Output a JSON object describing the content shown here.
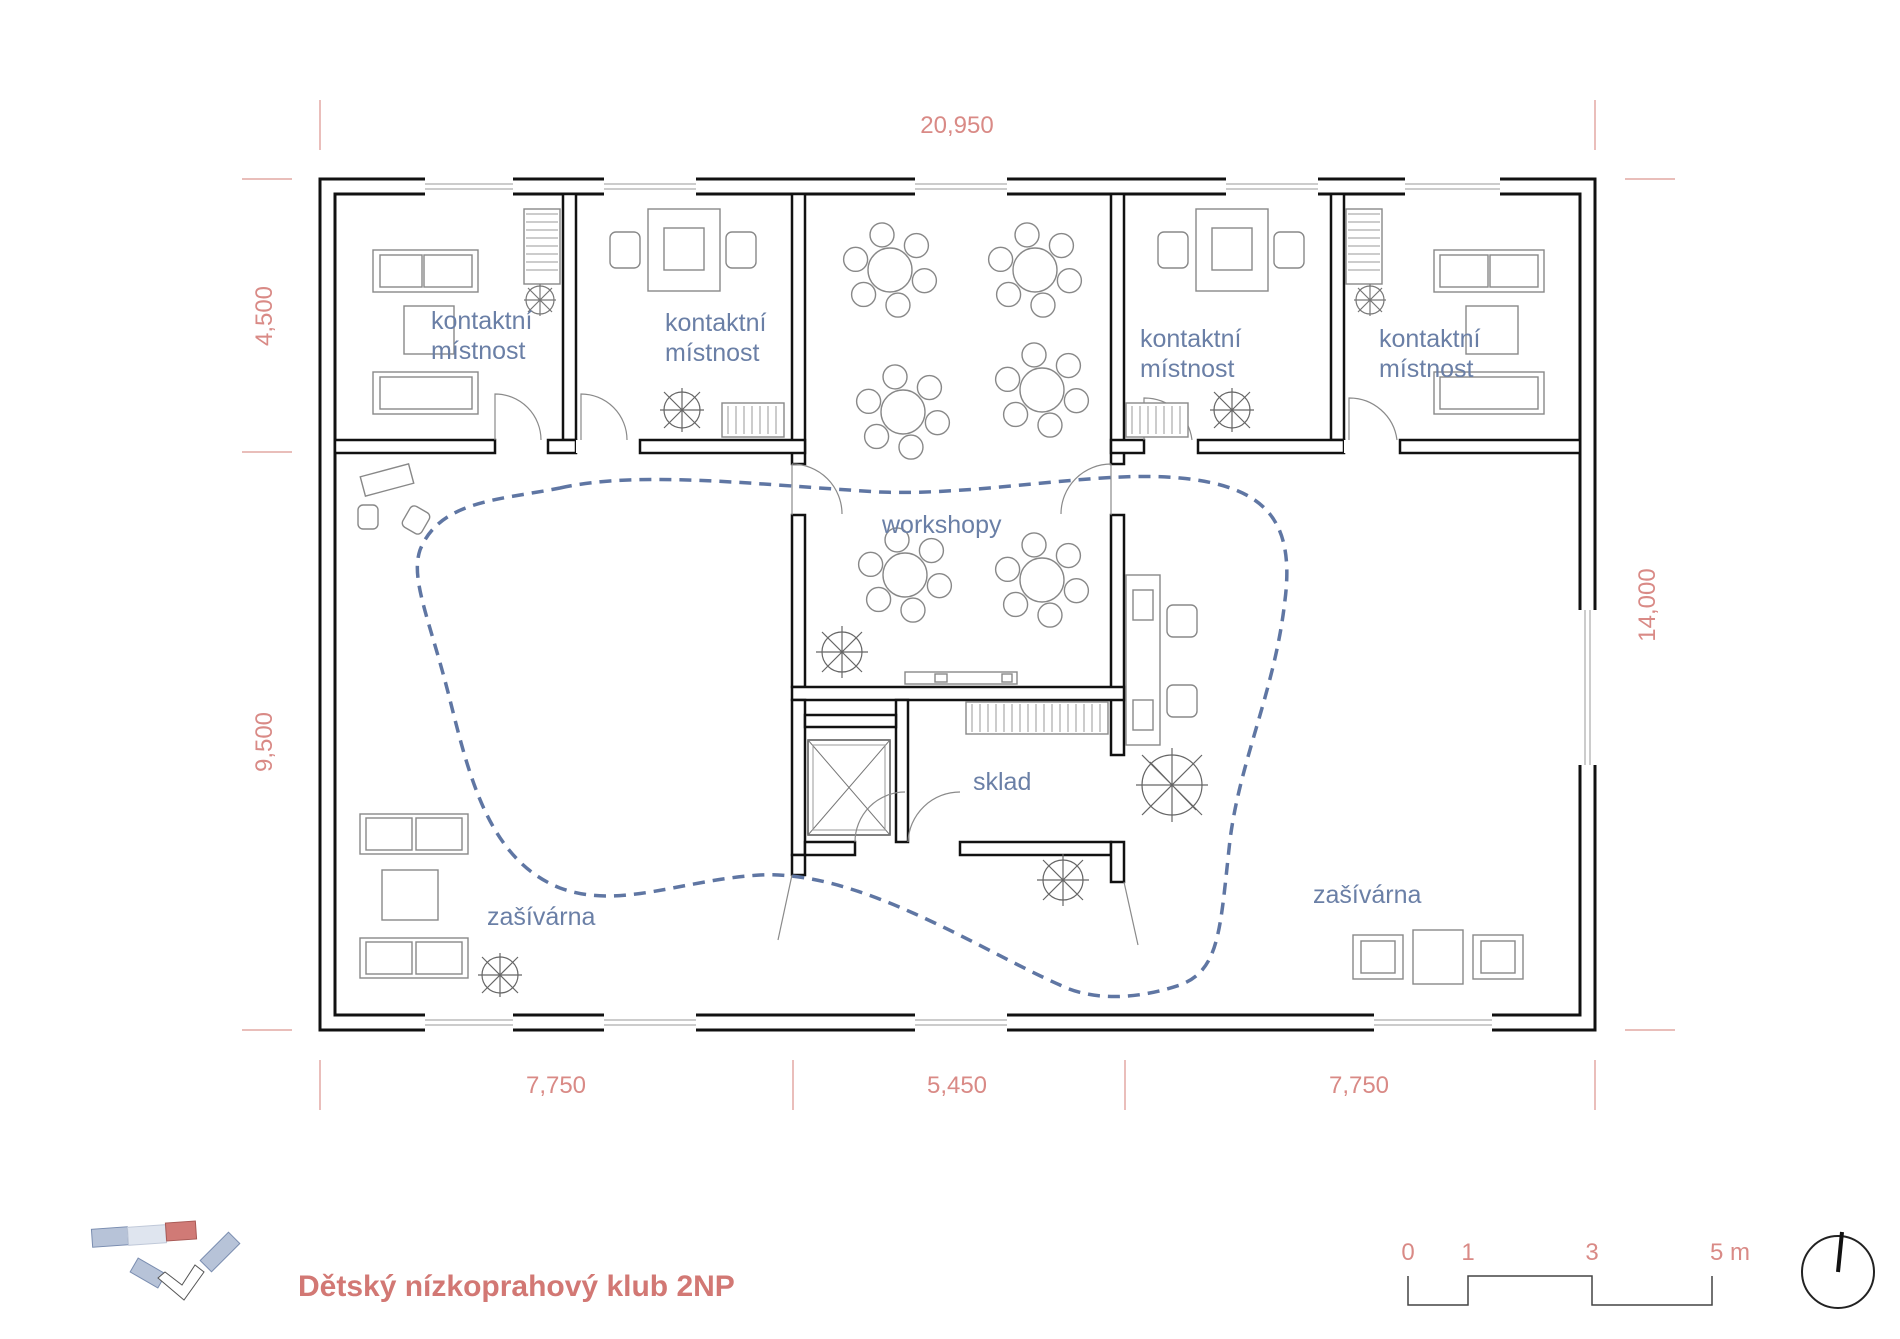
{
  "title": "Dětský nízkoprahový klub 2NP",
  "dimensions": {
    "top": "20,950",
    "bottom_left": "7,750",
    "bottom_mid": "5,450",
    "bottom_right": "7,750",
    "left_upper": "4,500",
    "left_lower": "9,500",
    "right": "14,000"
  },
  "rooms": {
    "contact_1": [
      "kontaktní",
      "místnost"
    ],
    "contact_2": [
      "kontaktní",
      "místnost"
    ],
    "contact_3": [
      "kontaktní",
      "místnost"
    ],
    "contact_4": [
      "kontaktní",
      "místnost"
    ],
    "workshops": "workshopy",
    "storage": "sklad",
    "nook_left": "zašívárna",
    "nook_right": "zašívárna"
  },
  "scale_bar": {
    "labels": [
      "0",
      "1",
      "3",
      "5 m"
    ]
  },
  "colors": {
    "dimension": "#d98a86",
    "room_label": "#6a7fa6",
    "title": "#d27874",
    "walkway": "#5f76a3",
    "hatch": "#d6d6d6",
    "wall": "#111111"
  },
  "icons": {
    "site_key": "site-location-icon",
    "north_arrow": "north-arrow-icon"
  }
}
